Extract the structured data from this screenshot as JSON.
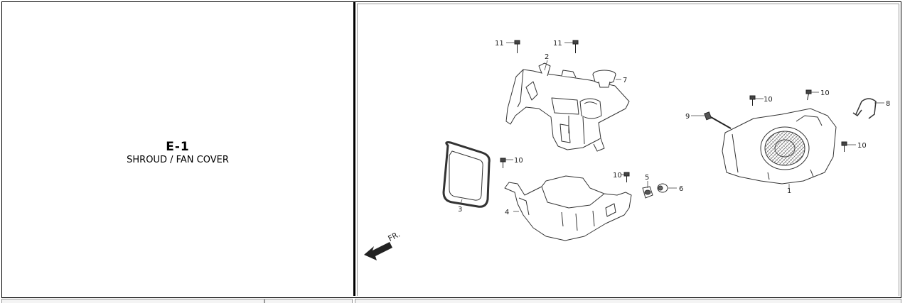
{
  "section": {
    "code": "E-1",
    "name": "SHROUD / FAN COVER"
  },
  "diagram": {
    "direction_label": "FR.",
    "callouts": {
      "c1": "1",
      "c2": "2",
      "c3": "3",
      "c4": "4",
      "c5": "5",
      "c6": "6",
      "c7": "7",
      "c8": "8",
      "c9": "9",
      "c10a": "10",
      "c10b": "10",
      "c10c": "10",
      "c10d": "10",
      "c10e": "10",
      "c11a": "11",
      "c11b": "11"
    }
  }
}
